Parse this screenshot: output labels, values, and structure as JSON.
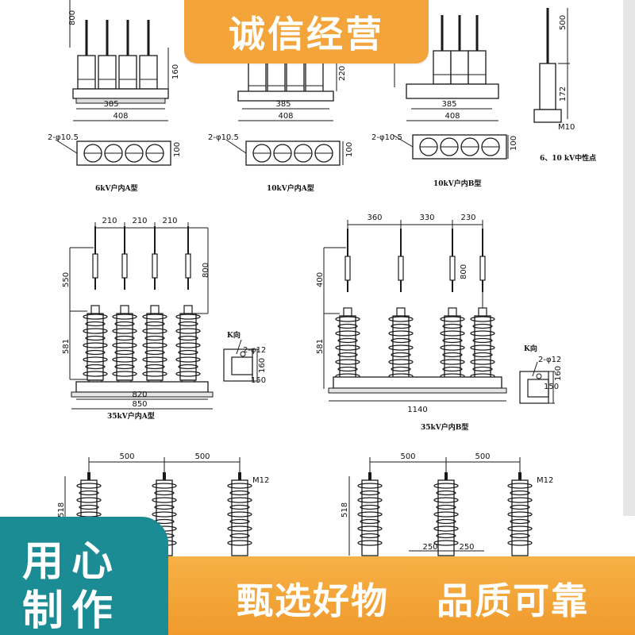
{
  "banners": {
    "top": "诚信经营",
    "bottom_left_line1": "用心",
    "bottom_left_line2": "制作",
    "bottom_mid": "甄选好物",
    "bottom_right": "品质可靠"
  },
  "colors": {
    "orange": "#f3a43a",
    "teal": "#1b8c93",
    "line": "#1a1a1a"
  },
  "drawing": {
    "top_row": {
      "dims": [
        "385",
        "408",
        "385",
        "408",
        "385",
        "408",
        "500",
        "172",
        "800",
        "160",
        "220"
      ],
      "holes": [
        "2-φ10.5",
        "2-φ10.5",
        "2-φ10.5",
        "100",
        "100",
        "100"
      ],
      "captions": [
        "6kV户内A型",
        "10kV户内A型",
        "10kV户内B型",
        "6、10 kV中性点",
        "M10"
      ]
    },
    "mid_left": {
      "top_dims": [
        "210",
        "210",
        "210"
      ],
      "side_dims": [
        "550",
        "800",
        "581"
      ],
      "base_dims": [
        "820",
        "850"
      ],
      "view": [
        "K向",
        "2-φ12",
        "160",
        "150"
      ],
      "caption": "35kV户内A型"
    },
    "mid_right": {
      "top_dims": [
        "360",
        "330",
        "230"
      ],
      "side_dims": [
        "400",
        "800",
        "581"
      ],
      "base_dims": [
        "1140"
      ],
      "view": [
        "K向",
        "2-φ12",
        "160",
        "150"
      ],
      "caption": "35kV户内B型"
    },
    "bottom": {
      "left_dims": [
        "500",
        "500",
        "518",
        "M12"
      ],
      "right_dims": [
        "500",
        "500",
        "518",
        "M12",
        "250",
        "250"
      ]
    }
  }
}
